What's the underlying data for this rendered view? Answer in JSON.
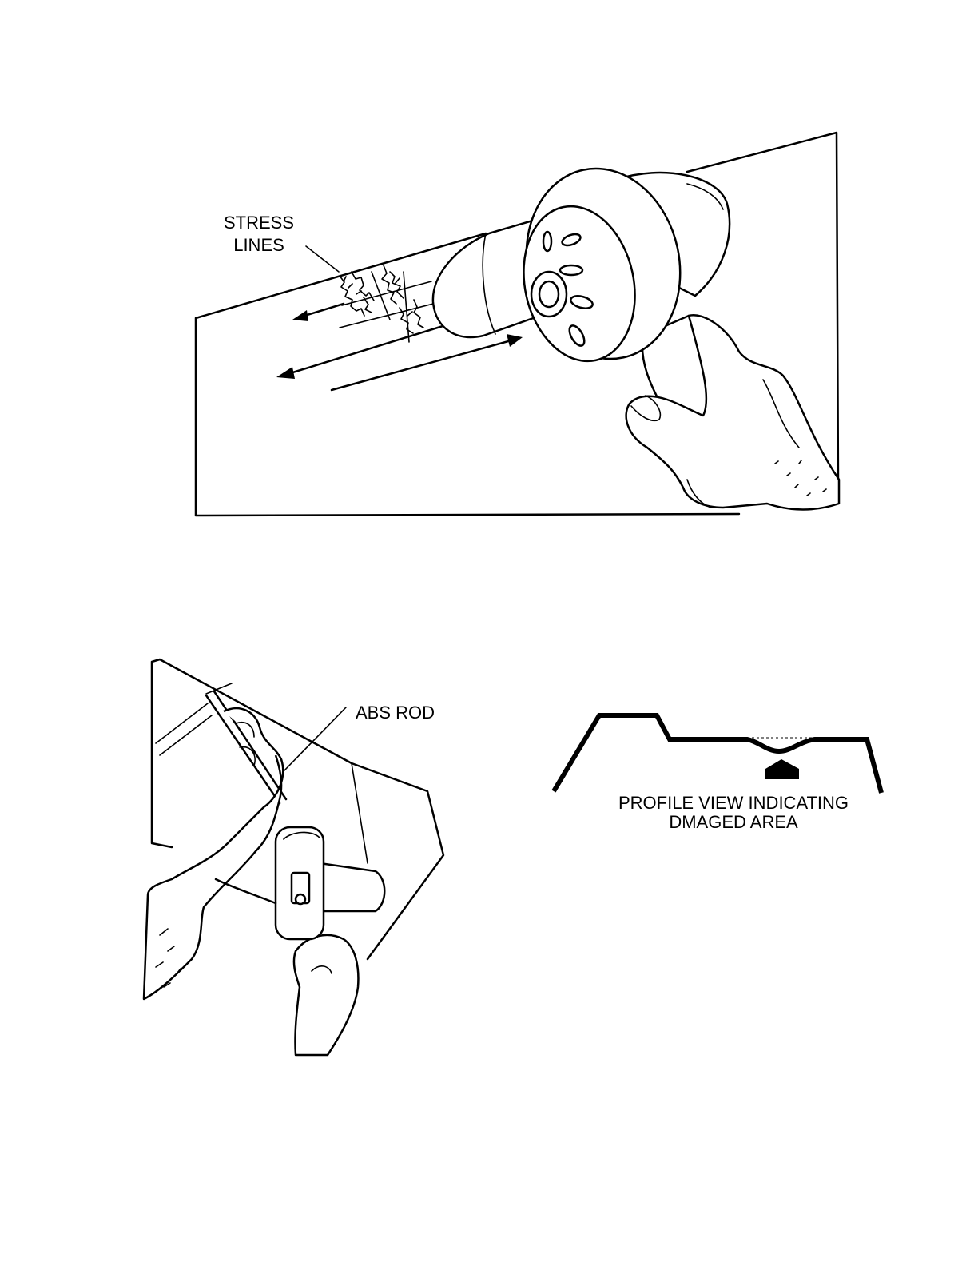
{
  "figure_top": {
    "label_line1": "STRESS",
    "label_line2": "LINES"
  },
  "figure_bottom_left": {
    "label": "ABS ROD"
  },
  "figure_bottom_right": {
    "caption_line1": "PROFILE VIEW INDICATING",
    "caption_line2": "DMAGED AREA"
  }
}
